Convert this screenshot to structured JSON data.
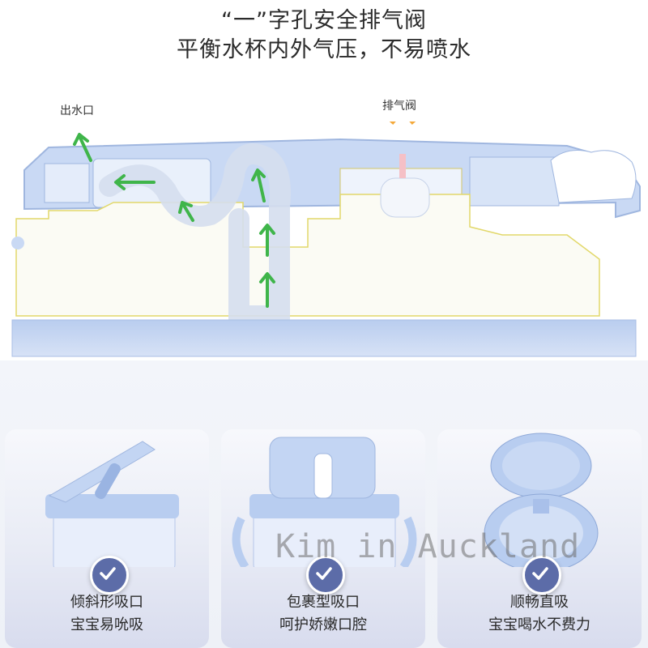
{
  "headline": {
    "line1": "“一”字孔安全排气阀",
    "line2": "平衡水杯内外气压，不易喷水"
  },
  "diagram": {
    "outlet_label": "出水口",
    "vent_label": "排气阀"
  },
  "cards": [
    {
      "line1": "倾斜形吸口",
      "line2": "宝宝易吮吸",
      "icon": "check-icon"
    },
    {
      "line1": "包裹型吸口",
      "line2": "呵护娇嫩口腔",
      "icon": "check-icon"
    },
    {
      "line1": "顺畅直吸",
      "line2": "宝宝喝水不费力",
      "icon": "check-icon"
    }
  ],
  "watermark": "Kim in Auckland",
  "colors": {
    "lid_blue": "#c9d9f4",
    "arrow_green": "#3fb54a",
    "badge": "#5c6ca8"
  }
}
